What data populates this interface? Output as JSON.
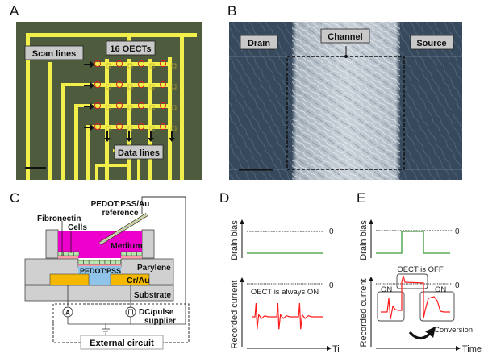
{
  "figure": {
    "panels": {
      "A": {
        "label": "A",
        "title": "OECT array micrograph",
        "callouts": {
          "scan_lines": "Scan lines",
          "oects": "16 OECTs",
          "data_lines": "Data lines"
        },
        "grid": {
          "rows": 4,
          "cols": 4
        },
        "colors": {
          "background": "#4d5a3c",
          "electrode": "#f2ef4a",
          "marker": "#e02020"
        }
      },
      "B": {
        "label": "B",
        "title": "Channel micrograph",
        "callouts": {
          "drain": "Drain",
          "channel": "Channel",
          "source": "Source"
        },
        "colors": {
          "background": "#37495c",
          "channel": "#c4ccd4"
        }
      },
      "C": {
        "label": "C",
        "title": "Device cross-section",
        "layers": {
          "reference": "PEDOT:PSS/Au reference",
          "reference_line1": "PEDOT:PSS/Au",
          "reference_line2": "reference",
          "fibronectin": "Fibronectin",
          "cells": "Cells",
          "medium": "Medium",
          "pedot": "PEDOT:PSS",
          "parylene": "Parylene",
          "crau": "Cr/Au",
          "substrate": "Substrate",
          "supplier_line1": "DC/pulse",
          "supplier_line2": "supplier",
          "external": "External circuit",
          "ammeter": "A"
        },
        "colors": {
          "medium": "#ee00cc",
          "pedot": "#8fc4e8",
          "crau": "#f5b800",
          "parylene": "#d0d0d0",
          "cells": "#b9e6b0"
        }
      },
      "D": {
        "label": "D",
        "ylabel_top": "Drain bias",
        "ylabel_bottom": "Recorded current",
        "zero": "0",
        "annotation": "OECT is always ON",
        "xlabel": "Time",
        "colors": {
          "bias": "#3a9a3a",
          "signal": "#ff1a1a"
        }
      },
      "E": {
        "label": "E",
        "ylabel_top": "Drain bias",
        "ylabel_bottom": "Recorded current",
        "zero": "0",
        "annotation_off": "OECT is OFF",
        "on_left": "ON",
        "on_right": "ON",
        "conversion": "Conversion",
        "xlabel": "Time",
        "colors": {
          "bias": "#3a9a3a",
          "signal": "#ff1a1a"
        }
      }
    }
  }
}
